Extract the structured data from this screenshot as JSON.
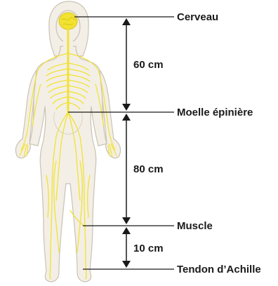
{
  "labels": {
    "brain": "Cerveau",
    "spinal_cord": "Moelle épinière",
    "muscle": "Muscle",
    "achilles": "Tendon d’Achille"
  },
  "measurements": {
    "brain_to_cord": "60 cm",
    "cord_to_muscle": "80 cm",
    "muscle_to_tendon": "10 cm"
  },
  "colors": {
    "skin": "#f3efe6",
    "outline": "#c9c2b4",
    "nerve": "#f2e232",
    "nerve_dark": "#d9c41a",
    "arrow": "#1a1a1a"
  }
}
